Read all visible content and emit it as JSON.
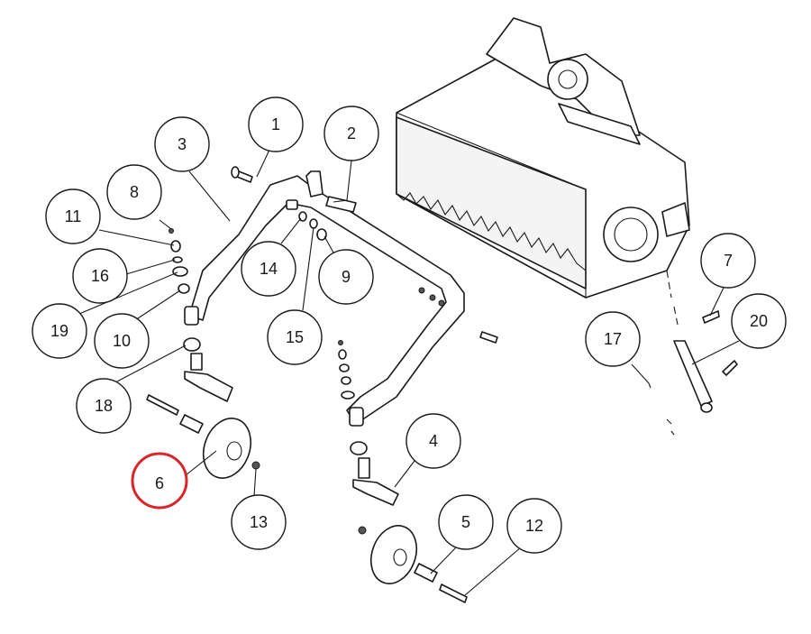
{
  "diagram": {
    "callouts": [
      "1",
      "2",
      "3",
      "4",
      "5",
      "6",
      "7",
      "8",
      "9",
      "10",
      "11",
      "12",
      "13",
      "14",
      "15",
      "16",
      "17",
      "18",
      "19",
      "20"
    ],
    "highlighted": "6",
    "highlight_color": "#d9262b"
  }
}
